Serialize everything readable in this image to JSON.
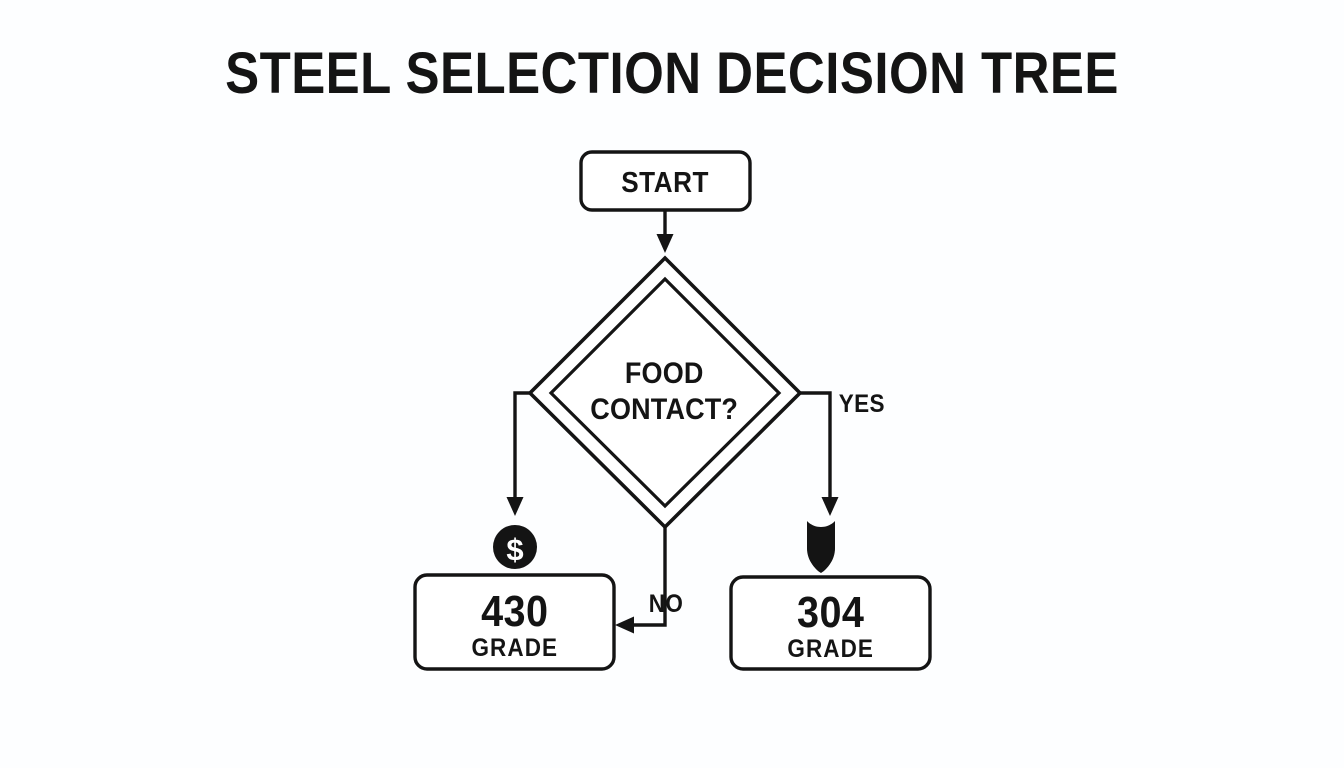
{
  "title": "STEEL SELECTION DECISION TREE",
  "background_color": "#fdfeff",
  "ink_color": "#141414",
  "nodes": {
    "start": {
      "label": "START",
      "shape": "rounded-rectangle"
    },
    "decision": {
      "line1": "FOOD",
      "line2": "CONTACT?",
      "shape": "double-diamond"
    },
    "result_left": {
      "number": "430",
      "word": "GRADE",
      "icon": "dollar-coin-icon",
      "shape": "rounded-rectangle"
    },
    "result_right": {
      "number": "304",
      "word": "GRADE",
      "icon": "shield-icon",
      "shape": "rounded-rectangle"
    }
  },
  "branches": {
    "yes": "YES",
    "no": "NO"
  },
  "chart_data": {
    "type": "diagram",
    "title": "STEEL SELECTION DECISION TREE",
    "nodes": [
      {
        "id": "start",
        "type": "terminator",
        "text": "START"
      },
      {
        "id": "decision",
        "type": "decision",
        "text": "FOOD CONTACT?"
      },
      {
        "id": "grade430",
        "type": "result",
        "text": "430 GRADE",
        "icon": "dollar-coin"
      },
      {
        "id": "grade304",
        "type": "result",
        "text": "304 GRADE",
        "icon": "shield"
      }
    ],
    "edges": [
      {
        "from": "start",
        "to": "decision",
        "label": ""
      },
      {
        "from": "decision",
        "to": "grade430",
        "label": "",
        "side": "left"
      },
      {
        "from": "decision",
        "to": "grade304",
        "label": "YES",
        "side": "right"
      },
      {
        "from": "decision",
        "to": "grade430",
        "label": "NO",
        "side": "bottom"
      }
    ]
  }
}
